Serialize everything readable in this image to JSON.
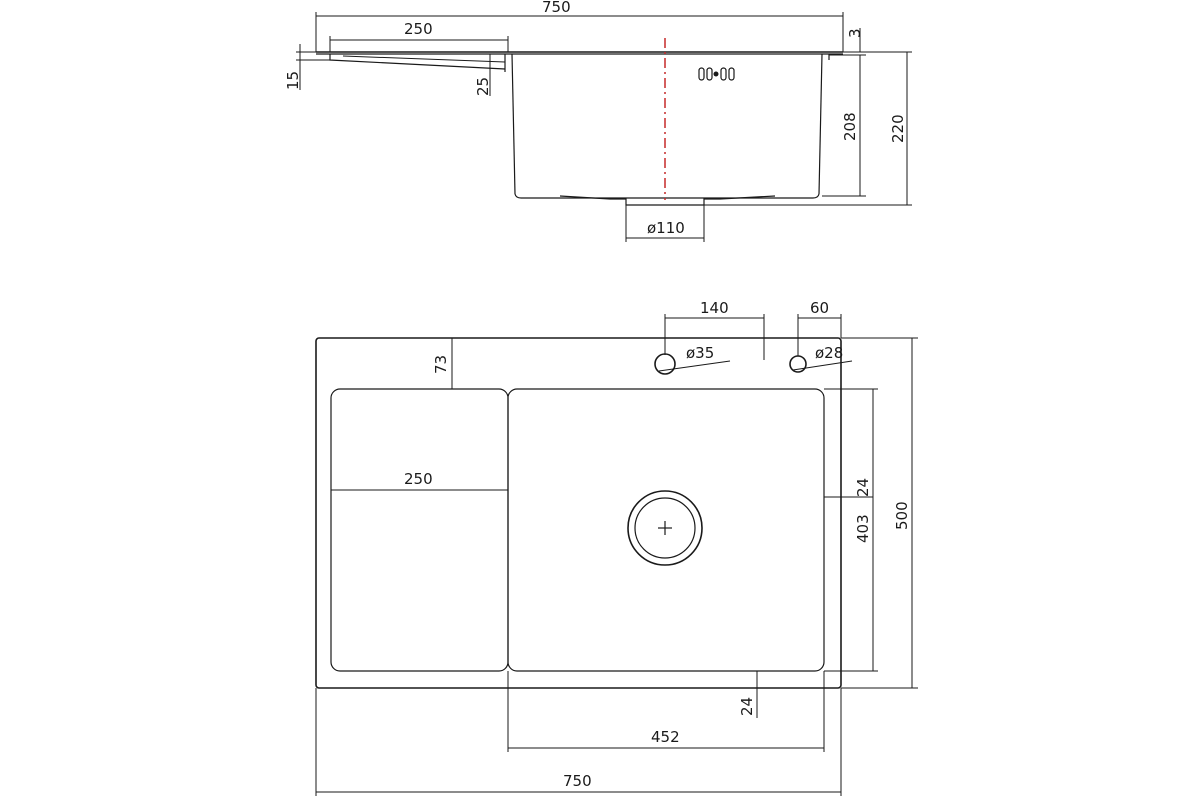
{
  "side_view": {
    "overall_width": "750",
    "drainer_width": "250",
    "rim_thickness": "3",
    "drainer_height": "15",
    "drainer_step": "25",
    "bowl_depth": "208",
    "total_depth": "220",
    "drain_diameter": "ø110"
  },
  "plan_view": {
    "tap_offset": "140",
    "edge_offset": "60",
    "tap_hole_1": "ø35",
    "tap_hole_2": "ø28",
    "back_margin": "73",
    "drainer_width": "250",
    "side_gap": "24",
    "bowl_length": "403",
    "overall_depth": "500",
    "front_gap": "24",
    "bowl_width": "452",
    "overall_width": "750"
  }
}
